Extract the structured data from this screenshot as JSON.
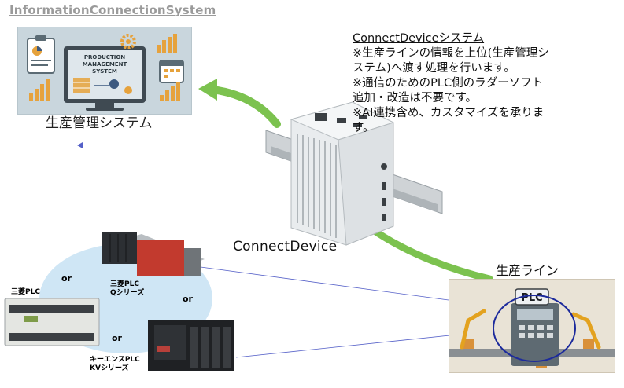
{
  "title": "InformationConnectionSystem",
  "pms": {
    "screen_text": [
      "PRODUCTION",
      "MANAGEMENT",
      "SYSTEM"
    ],
    "caption": "生産管理システム"
  },
  "connect_device": {
    "info_title": "ConnectDeviceシステム",
    "info_lines": [
      "※生産ラインの情報を上位(生産管理シ",
      "ステム)へ渡す処理を行います。",
      "※通信のためのPLC側のラダーソフト",
      "追加・改造は不要です。",
      "※AI連携含め、カスタマイズを承りま",
      "す。"
    ],
    "label": "ConnectDevice"
  },
  "production_line": {
    "label": "生産ライン",
    "plc_text": "PLC"
  },
  "plc_options": {
    "or_labels": [
      "or",
      "or",
      "or"
    ],
    "mitsubishi_q": [
      "三菱PLC",
      "Qシリーズ"
    ],
    "mitsubishi_fx": "三菱PLC",
    "keyence_kv": [
      "キーエンスPLC",
      "KVシリーズ"
    ]
  },
  "colors": {
    "arrow_green": "#7cc24f",
    "ellipse_fill": "#cfe6f5",
    "plc_ring": "#1c2a9c",
    "title_gray": "#9a9a9a"
  }
}
